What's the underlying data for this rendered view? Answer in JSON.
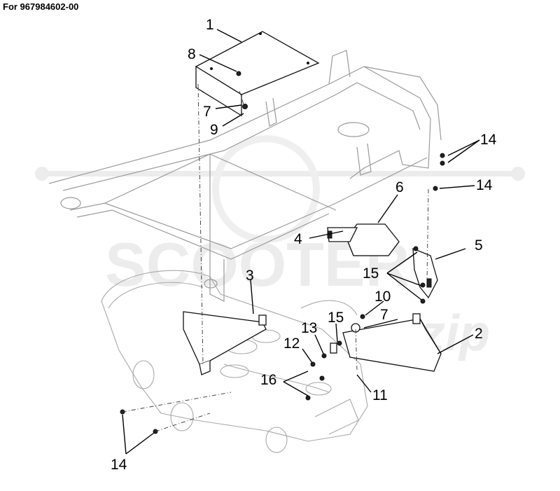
{
  "header": {
    "label": "For 967984602-00"
  },
  "watermark": {
    "brand": "SCOOTER",
    "script": "zip"
  },
  "callouts": [
    {
      "id": "c1a",
      "text": "1"
    },
    {
      "id": "c8",
      "text": "8"
    },
    {
      "id": "c7a",
      "text": "7"
    },
    {
      "id": "c9",
      "text": "9"
    },
    {
      "id": "c14a",
      "text": "14"
    },
    {
      "id": "c14b",
      "text": "14"
    },
    {
      "id": "c6",
      "text": "6"
    },
    {
      "id": "c4",
      "text": "4"
    },
    {
      "id": "c5",
      "text": "5"
    },
    {
      "id": "c3",
      "text": "3"
    },
    {
      "id": "c15a",
      "text": "15"
    },
    {
      "id": "c10",
      "text": "10"
    },
    {
      "id": "c7b",
      "text": "7"
    },
    {
      "id": "c15b",
      "text": "15"
    },
    {
      "id": "c13",
      "text": "13"
    },
    {
      "id": "c2",
      "text": "2"
    },
    {
      "id": "c12",
      "text": "12"
    },
    {
      "id": "c16",
      "text": "16"
    },
    {
      "id": "c11",
      "text": "11"
    },
    {
      "id": "c14c",
      "text": "14"
    }
  ],
  "colors": {
    "line": "#111111",
    "frame": "#9a9a9a",
    "watermark": "#ececec"
  }
}
